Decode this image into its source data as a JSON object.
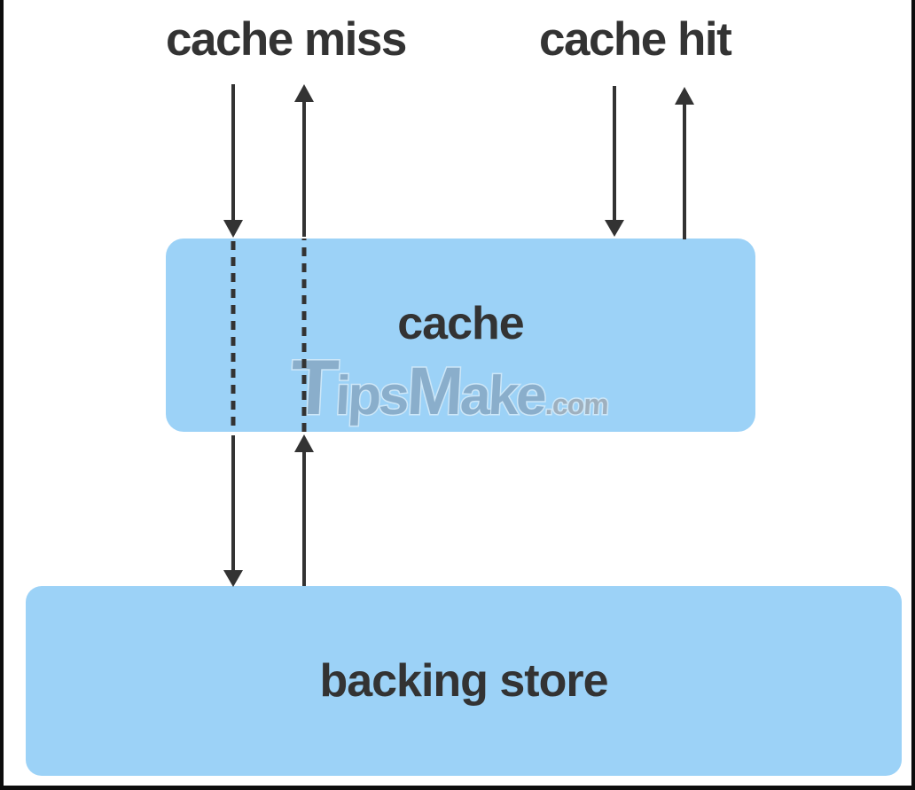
{
  "diagram": {
    "top_labels": {
      "cache_miss": "cache miss",
      "cache_hit": "cache hit"
    },
    "boxes": {
      "cache": {
        "label": "cache"
      },
      "backing_store": {
        "label": "backing store"
      }
    },
    "watermark": {
      "parts": [
        "T",
        "ips",
        "M",
        "ake",
        ".com"
      ]
    },
    "colors": {
      "background": "#ffffff",
      "frame": "#0d0d0d",
      "box_fill": "#9CD2F7",
      "label_text": "#333333",
      "arrow": "#333333",
      "watermark_fill": "#8AAECB",
      "watermark_outline": "#CDE7F8",
      "watermark_suffix": "#9FB0BE"
    }
  }
}
